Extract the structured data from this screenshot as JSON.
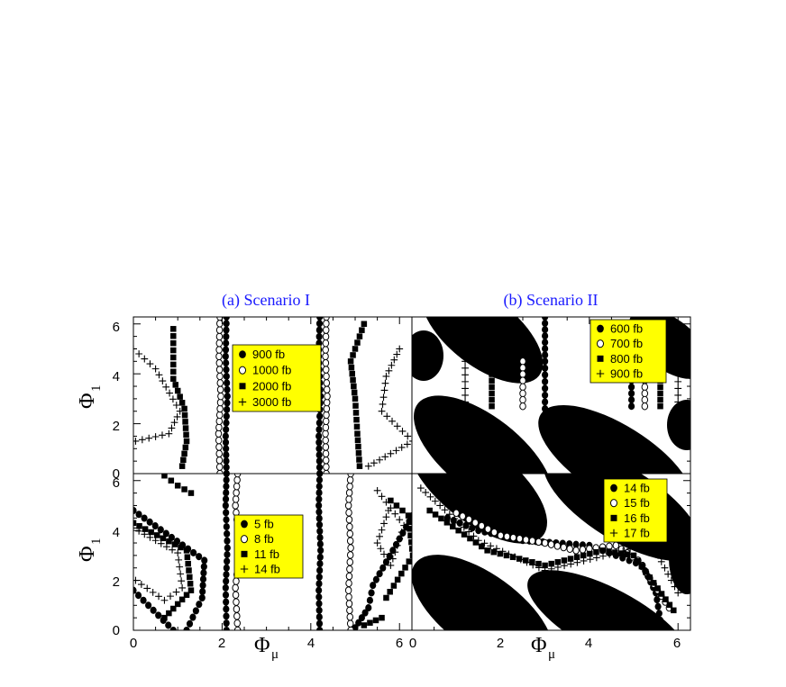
{
  "chart_data": [
    {
      "panel": "a-top",
      "type": "scatter",
      "title": "(a)  Scenario I",
      "xlabel": "Φ",
      "xlabel_sub": "μ",
      "ylabel": "Φ",
      "ylabel_sub": "1",
      "xlim": [
        0,
        6.28
      ],
      "ylim": [
        0,
        6.28
      ],
      "series": [
        {
          "name": "900 fb",
          "marker": "filled-circle",
          "curves": [
            [
              [
                2.1,
                0
              ],
              [
                2.08,
                1.5
              ],
              [
                2.12,
                3.1
              ],
              [
                2.08,
                4.7
              ],
              [
                2.1,
                6.28
              ]
            ],
            [
              [
                4.2,
                0
              ],
              [
                4.18,
                1.5
              ],
              [
                4.22,
                3.1
              ],
              [
                4.18,
                4.7
              ],
              [
                4.2,
                6.28
              ]
            ]
          ]
        },
        {
          "name": "1000 fb",
          "marker": "open-circle",
          "curves": [
            [
              [
                1.95,
                0
              ],
              [
                1.92,
                1.6
              ],
              [
                1.97,
                3.1
              ],
              [
                1.93,
                4.7
              ],
              [
                1.95,
                6.28
              ]
            ],
            [
              [
                4.35,
                0
              ],
              [
                4.33,
                1.6
              ],
              [
                4.37,
                3.1
              ],
              [
                4.33,
                4.7
              ],
              [
                4.35,
                6.28
              ]
            ]
          ]
        },
        {
          "name": "2000 fb",
          "marker": "filled-square",
          "curves": [
            [
              [
                1.1,
                0.3
              ],
              [
                1.2,
                1.3
              ],
              [
                1.15,
                2.6
              ],
              [
                0.9,
                3.8
              ],
              [
                0.9,
                5.8
              ]
            ],
            [
              [
                5.1,
                0.3
              ],
              [
                5.05,
                1.6
              ],
              [
                5.0,
                3
              ],
              [
                4.9,
                4.5
              ],
              [
                5.2,
                6.0
              ]
            ]
          ]
        },
        {
          "name": "3000 fb",
          "marker": "plus",
          "curves": [
            [
              [
                0,
                5.0
              ],
              [
                0.5,
                4.2
              ],
              [
                1.05,
                2.5
              ],
              [
                0.8,
                1.6
              ],
              [
                0.05,
                1.3
              ]
            ],
            [
              [
                5.3,
                0.3
              ],
              [
                6.3,
                1.3
              ],
              [
                5.6,
                2.5
              ],
              [
                5.7,
                3.9
              ],
              [
                6.0,
                5.0
              ]
            ]
          ]
        }
      ]
    },
    {
      "panel": "a-bottom",
      "type": "scatter",
      "xlabel": "Φ",
      "xlabel_sub": "μ",
      "ylabel": "Φ",
      "ylabel_sub": "1",
      "xlim": [
        0,
        6.28
      ],
      "ylim": [
        0,
        6.28
      ],
      "series": [
        {
          "name": "5 fb",
          "marker": "filled-circle",
          "curves": [
            [
              [
                2.1,
                0
              ],
              [
                2.08,
                1.7
              ],
              [
                2.12,
                3.3
              ],
              [
                2.08,
                5
              ],
              [
                2.1,
                6.28
              ]
            ],
            [
              [
                4.2,
                0
              ],
              [
                4.18,
                1.6
              ],
              [
                4.22,
                3.2
              ],
              [
                4.18,
                5
              ],
              [
                4.2,
                6.28
              ]
            ],
            [
              [
                0,
                4.8
              ],
              [
                1.6,
                2.8
              ],
              [
                1.55,
                1.3
              ],
              [
                1.2,
                0
              ]
            ],
            [
              [
                0,
                1.6
              ],
              [
                0.9,
                0
              ]
            ],
            [
              [
                6.3,
                4.6
              ],
              [
                5.4,
                1.8
              ],
              [
                5.3,
                0.9
              ],
              [
                5.0,
                0.1
              ]
            ]
          ]
        },
        {
          "name": "8 fb",
          "marker": "open-circle",
          "curves": [
            [
              [
                2.35,
                0
              ],
              [
                2.3,
                1.7
              ],
              [
                2.4,
                3.3
              ],
              [
                2.3,
                5
              ],
              [
                2.35,
                6.28
              ]
            ],
            [
              [
                4.9,
                0
              ],
              [
                4.85,
                1.6
              ],
              [
                4.9,
                3.3
              ],
              [
                4.85,
                5
              ],
              [
                4.9,
                6.28
              ]
            ]
          ]
        },
        {
          "name": "11 fb",
          "marker": "filled-square",
          "curves": [
            [
              [
                0.7,
                6.2
              ],
              [
                1.0,
                5.8
              ],
              [
                1.3,
                5.5
              ]
            ],
            [
              [
                0,
                4.3
              ],
              [
                1.2,
                3.2
              ],
              [
                1.3,
                1.6
              ],
              [
                0.7,
                0.5
              ]
            ],
            [
              [
                5.2,
                0.2
              ],
              [
                5.6,
                0.5
              ]
            ],
            [
              [
                5.8,
                5.2
              ],
              [
                6.2,
                4.6
              ],
              [
                6.3,
                3.0
              ],
              [
                5.7,
                1.3
              ]
            ]
          ]
        },
        {
          "name": "14 fb",
          "marker": "plus",
          "curves": [
            [
              [
                0,
                4.1
              ],
              [
                1.0,
                3.1
              ],
              [
                1.1,
                1.7
              ],
              [
                0.7,
                1.2
              ],
              [
                0.05,
                2.0
              ]
            ],
            [
              [
                5.5,
                5.6
              ],
              [
                6.1,
                4.2
              ],
              [
                5.8,
                2.6
              ],
              [
                5.5,
                3.5
              ],
              [
                5.75,
                4.8
              ]
            ]
          ]
        }
      ]
    },
    {
      "panel": "b-top",
      "type": "scatter",
      "title": "(b)  Scenario II",
      "xlabel": "Φ",
      "xlabel_sub": "μ",
      "xlim": [
        0,
        6.28
      ],
      "ylim": [
        0,
        6.28
      ],
      "series": [
        {
          "name": "600 fb",
          "marker": "filled-circle",
          "curves": [
            [
              [
                3.0,
                6.28
              ],
              [
                3.0,
                4.5
              ],
              [
                3.0,
                2.6
              ]
            ],
            [
              [
                4.95,
                4.5
              ],
              [
                4.95,
                2.7
              ]
            ]
          ]
        },
        {
          "name": "700 fb",
          "marker": "open-circle",
          "curves": [
            [
              [
                2.5,
                4.5
              ],
              [
                2.5,
                2.7
              ]
            ],
            [
              [
                5.25,
                4.5
              ],
              [
                5.25,
                2.7
              ]
            ]
          ]
        },
        {
          "name": "800 fb",
          "marker": "filled-square",
          "curves": [
            [
              [
                1.8,
                4.5
              ],
              [
                1.8,
                2.7
              ]
            ],
            [
              [
                5.6,
                4.5
              ],
              [
                5.6,
                2.7
              ]
            ]
          ]
        },
        {
          "name": "900 fb",
          "marker": "plus",
          "curves": [
            [
              [
                1.2,
                4.5
              ],
              [
                1.2,
                2.6
              ]
            ],
            [
              [
                6.0,
                4.5
              ],
              [
                6.0,
                2.6
              ]
            ]
          ]
        }
      ],
      "filled_regions": "black ellipses (900 fb region)"
    },
    {
      "panel": "b-bottom",
      "type": "scatter",
      "xlabel": "Φ",
      "xlabel_sub": "μ",
      "xlim": [
        0,
        6.28
      ],
      "ylim": [
        0,
        6.28
      ],
      "series": [
        {
          "name": "14 fb",
          "marker": "filled-circle",
          "curves": [
            [
              [
                0.8,
                4.5
              ],
              [
                1.5,
                4.0
              ],
              [
                2.5,
                3.6
              ],
              [
                4,
                3.4
              ],
              [
                5.2,
                2.6
              ],
              [
                5.5,
                1.5
              ],
              [
                5.6,
                0.4
              ]
            ]
          ]
        },
        {
          "name": "15 fb",
          "marker": "open-circle",
          "curves": [
            [
              [
                1.0,
                4.7
              ],
              [
                2.0,
                3.8
              ],
              [
                3.0,
                3.5
              ],
              [
                3.7,
                3.2
              ],
              [
                4.6,
                3.4
              ],
              [
                5.1,
                2.8
              ],
              [
                5.8,
                0.9
              ]
            ]
          ]
        },
        {
          "name": "16 fb",
          "marker": "filled-square",
          "curves": [
            [
              [
                0.4,
                4.8
              ],
              [
                1.7,
                3.2
              ],
              [
                3.0,
                2.6
              ],
              [
                4.3,
                3.2
              ],
              [
                5.0,
                3.0
              ],
              [
                5.9,
                0.8
              ]
            ]
          ]
        },
        {
          "name": "17 fb",
          "marker": "plus",
          "curves": [
            [
              [
                0.2,
                5.7
              ],
              [
                1.5,
                3.6
              ],
              [
                3.0,
                2.4
              ],
              [
                4.6,
                3.1
              ],
              [
                5.4,
                3.5
              ],
              [
                6.0,
                1.5
              ]
            ]
          ]
        }
      ],
      "filled_regions": "black ellipses (14 fb region)"
    }
  ],
  "x_ticks_a": [
    "0",
    "2",
    "4",
    "6"
  ],
  "x_ticks_b": [
    "0",
    "2",
    "4",
    "6"
  ],
  "y_ticks_top": [
    "0",
    "2",
    "4",
    "6"
  ],
  "y_ticks_bottom": [
    "0",
    "2",
    "4",
    "6"
  ],
  "legend_bg": "#ffff00"
}
